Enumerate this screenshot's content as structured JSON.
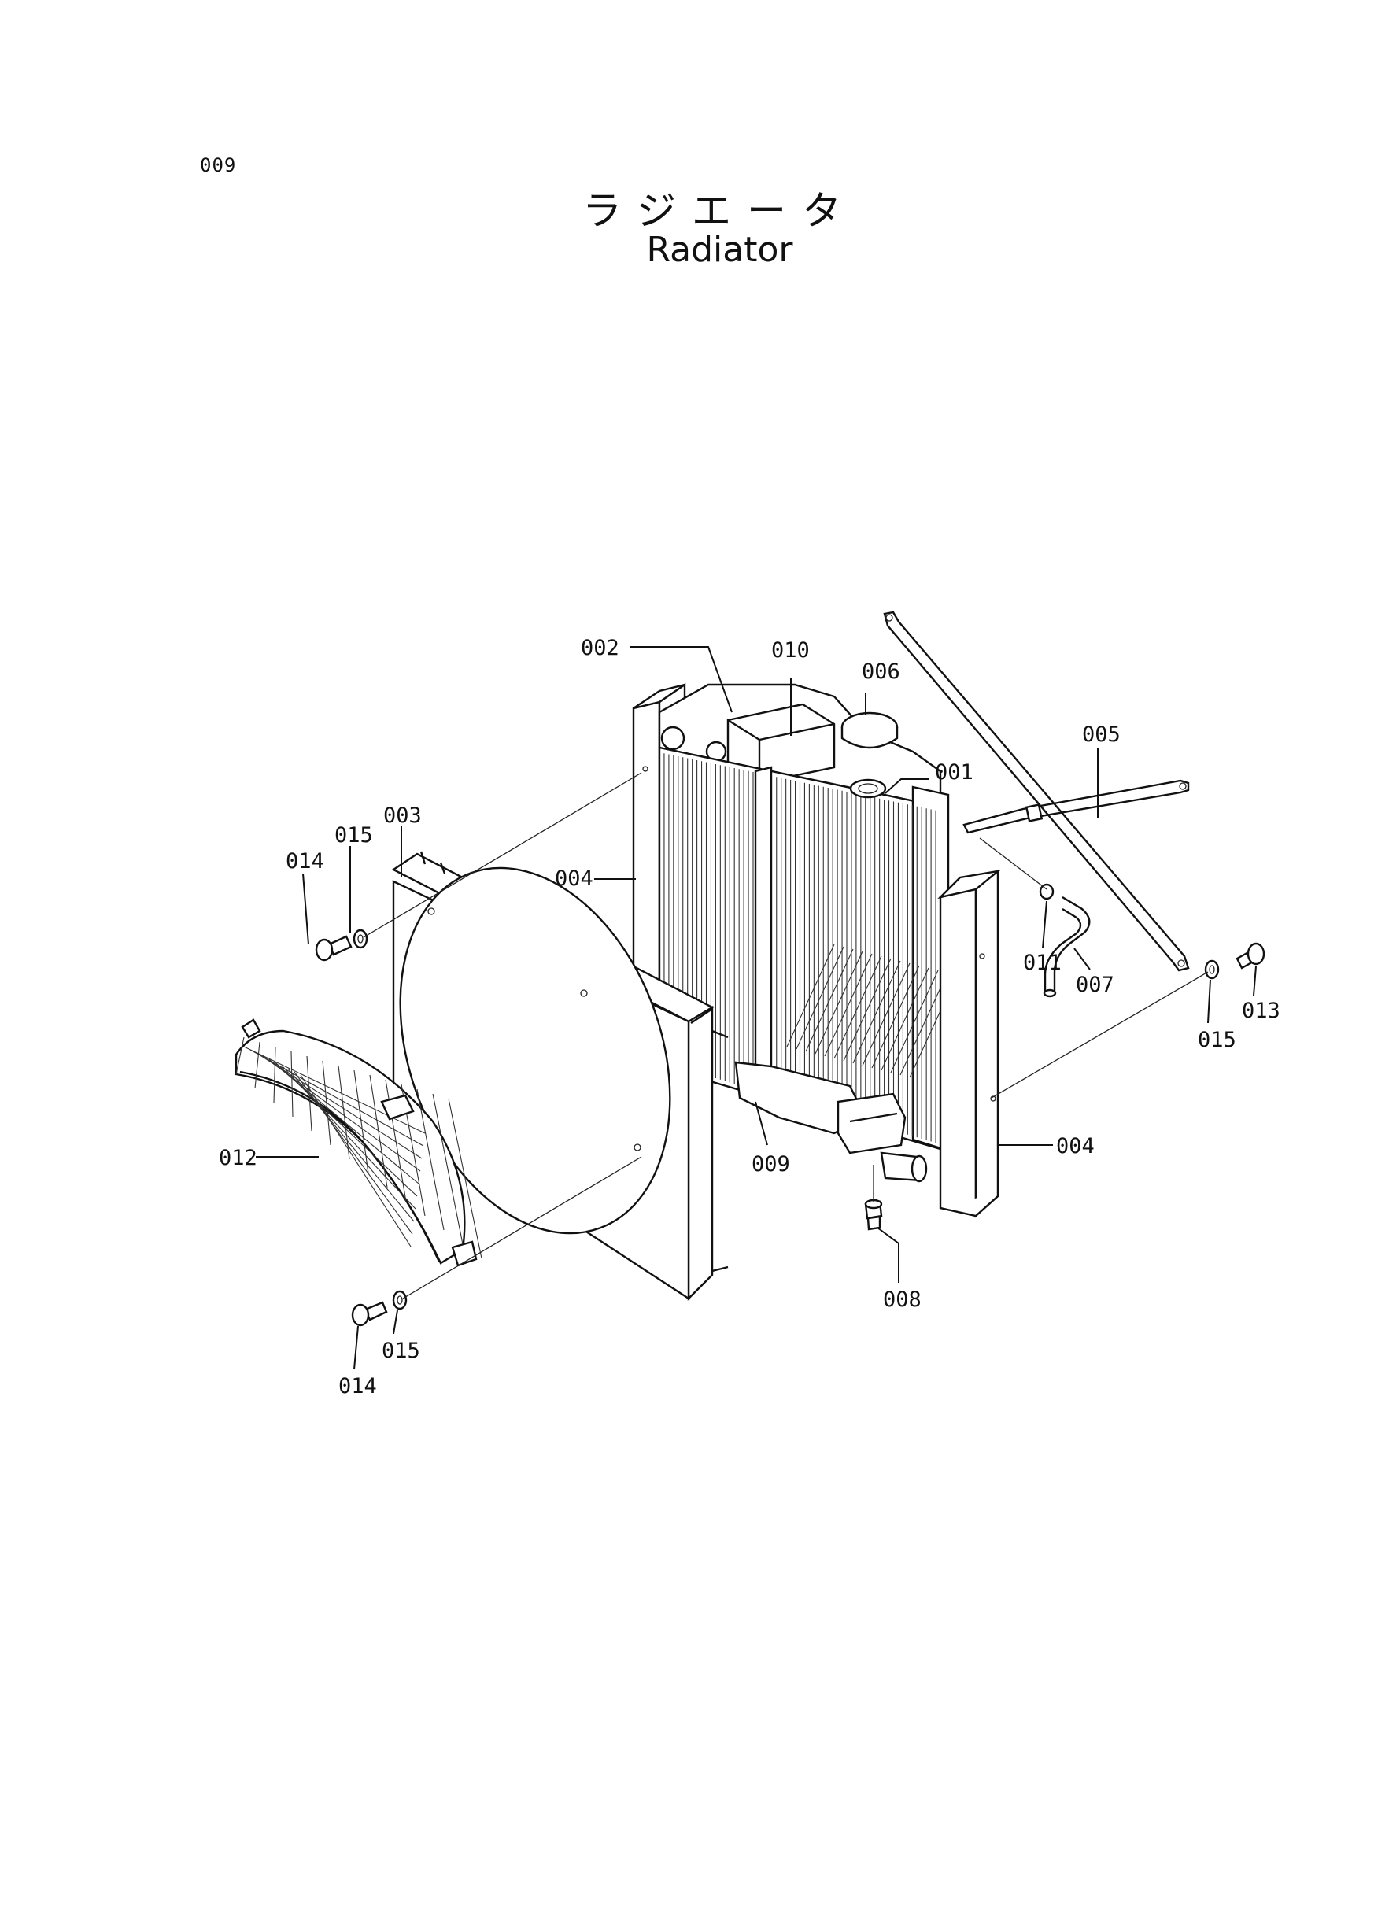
{
  "page_number": "009",
  "title_jp": "ラジエータ",
  "title_en": "Radiator",
  "callouts": {
    "c001": "001",
    "c002": "002",
    "c003": "003",
    "c004a": "004",
    "c004b": "004",
    "c005": "005",
    "c006": "006",
    "c007": "007",
    "c008": "008",
    "c009": "009",
    "c010": "010",
    "c011": "011",
    "c012": "012",
    "c013": "013",
    "c014a": "014",
    "c014b": "014",
    "c015a": "015",
    "c015b": "015",
    "c015c": "015"
  }
}
